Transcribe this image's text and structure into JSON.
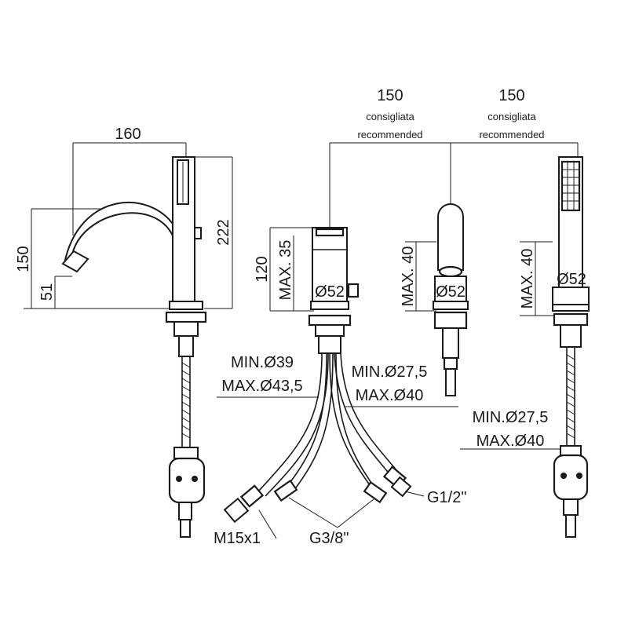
{
  "diagram": {
    "spout": {
      "width_label": "160",
      "height_label": "222",
      "outlet_height_label": "150",
      "mouth_height_label": "51"
    },
    "spacing": {
      "left": {
        "value": "150",
        "line1": "consigliata",
        "line2": "recommended"
      },
      "right": {
        "value": "150",
        "line1": "consigliata",
        "line2": "recommended"
      }
    },
    "mixer": {
      "total_label": "120",
      "max_label": "MAX. 35",
      "diameter_label": "Ø52",
      "hole_min_label": "MIN.Ø39",
      "hole_max_label": "MAX.Ø43,5"
    },
    "diverter": {
      "max_label": "MAX. 40",
      "diameter_label": "Ø52",
      "hole_min_label": "MIN.Ø27,5",
      "hole_max_label": "MAX.Ø40"
    },
    "shower": {
      "max_label": "MAX. 40",
      "diameter_label": "Ø52",
      "hole_min_label": "MIN.Ø27,5",
      "hole_max_label": "MAX.Ø40"
    },
    "connections": {
      "m15": "M15x1",
      "g38": "G3/8\"",
      "g12": "G1/2\""
    }
  }
}
